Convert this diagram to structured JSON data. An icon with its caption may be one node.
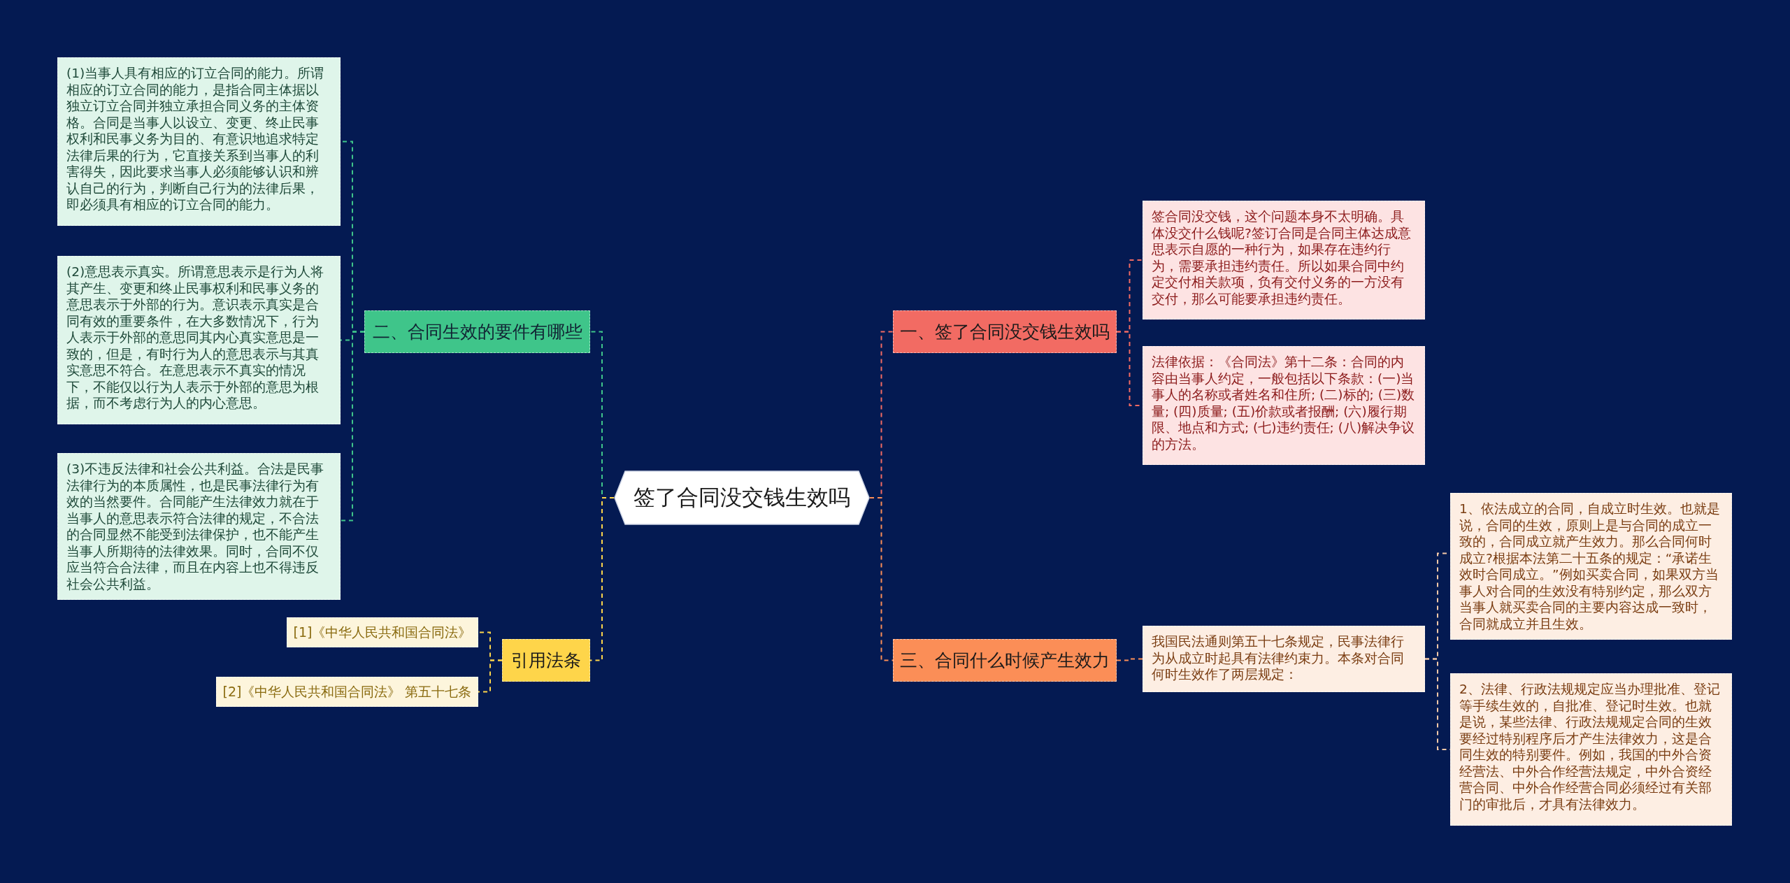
{
  "diagram": {
    "nodes": [
      {
        "text": [
          "签了合同没交钱生效吗"
        ]
      },
      {
        "text": [
          "一、签了合同没交钱生效吗"
        ]
      },
      {
        "text": [
          "签合同没交钱，这个问题本身不太明确。具体没交什么钱呢?签订合同是合同主体达成意思表示自愿的一种行为，如果存在违约行为，需要承担违约责任。所以如果合同中约定交付相关款项，负有交付义务的一方没有交付，那么可能要承担违约责任。"
        ]
      },
      {
        "text": [
          "法律依据：《合同法》第十二条：合同的内容由当事人约定，一般包括以下条款：(一)当事人的名称或者姓名和住所; (二)标的; (三)数量; (四)质量; (五)价款或者报酬; (六)履行期限、地点和方式; (七)违约责任; (八)解决争议的方法。"
        ]
      },
      {
        "text": [
          "三、合同什么时候产生效力"
        ]
      },
      {
        "text": [
          "我国民法通则第五十七条规定，民事法律行为从成立时起具有法律约束力。本条对合同何时生效作了两层规定："
        ]
      },
      {
        "text": [
          "1、依法成立的合同，自成立时生效。也就是说，合同的生效，原则上是与合同的成立一致的，合同成立就产生效力。那么合同何时成立?根据本法第二十五条的规定：“承诺生效时合同成立。”例如买卖合同，如果双方当事人对合同的生效没有特别约定，那么双方当事人就买卖合同的主要内容达成一致时，合同就成立并且生效。"
        ]
      },
      {
        "text": [
          "2、法律、行政法规规定应当办理批准、登记等手续生效的，自批准、登记时生效。也就是说，某些法律、行政法规规定合同的生效要经过特别程序后才产生法律效力，这是合同生效的特别要件。例如，我国的中外合资经营法、中外合作经营法规定，中外合资经营合同、中外合作经营合同必须经过有关部门的审批后，才具有法律效力。"
        ]
      },
      {
        "text": [
          "二、合同生效的要件有哪些"
        ]
      },
      {
        "text": [
          "(1)当事人具有相应的订立合同的能力。所谓相应的订立合同的能力，是指合同主体据以独立订立合同并独立承担合同义务的主体资格。合同是当事人以设立、变更、终止民事权利和民事义务为目的、有意识地追求特定法律后果的行为，它直接关系到当事人的利害得失，因此要求当事人必须能够认识和辨认自己的行为，判断自己行为的法律后果，即必须具有相应的订立合同的能力。"
        ]
      },
      {
        "text": [
          "(2)意思表示真实。所谓意思表示是行为人将其产生、变更和终止民事权利和民事义务的意思表示于外部的行为。意识表示真实是合同有效的重要条件，在大多数情况下，行为人表示于外部的意思同其内心真实意思是一致的，但是，有时行为人的意思表示与其真实意思不符合。在意思表示不真实的情况下，不能仅以行为人表示于外部的意思为根据，而不考虑行为人的内心意思。"
        ]
      },
      {
        "text": [
          "(3)不违反法律和社会公共利益。合法是民事法律行为的本质属性，也是民事法律行为有效的当然要件。合同能产生法律效力就在于当事人的意思表示符合法律的规定，不合法的合同显然不能受到法律保护，也不能产生当事人所期待的法律效果。同时，合同不仅应当符合合法律，而且在内容上也不得违反社会公共利益。"
        ]
      },
      {
        "text": [
          "引用法条"
        ]
      },
      {
        "text": [
          "[1]《中华人民共和国合同法》"
        ]
      },
      {
        "text": [
          "[2]《中华人民共和国合同法》 第五十七条"
        ]
      }
    ],
    "edges": [
      {
        "from": 0,
        "to": 1,
        "arrow": "none",
        "style": "dashed",
        "color": "#f26b63"
      },
      {
        "from": 1,
        "to": 2,
        "arrow": "none",
        "style": "dashed",
        "color": "#f26b63"
      },
      {
        "from": 1,
        "to": 3,
        "arrow": "none",
        "style": "dashed",
        "color": "#f26b63"
      },
      {
        "from": 0,
        "to": 4,
        "arrow": "none",
        "style": "dashed",
        "color": "#fb8e57"
      },
      {
        "from": 4,
        "to": 5,
        "arrow": "none",
        "style": "dashed",
        "color": "#fb8e57"
      },
      {
        "from": 5,
        "to": 6,
        "arrow": "none",
        "style": "dashed",
        "color": "#f5c9a8"
      },
      {
        "from": 5,
        "to": 7,
        "arrow": "none",
        "style": "dashed",
        "color": "#f5c9a8"
      },
      {
        "from": 0,
        "to": 8,
        "arrow": "none",
        "style": "dashed",
        "color": "#3fc58a"
      },
      {
        "from": 8,
        "to": 9,
        "arrow": "none",
        "style": "dashed",
        "color": "#3fc58a"
      },
      {
        "from": 8,
        "to": 10,
        "arrow": "none",
        "style": "dashed",
        "color": "#3fc58a"
      },
      {
        "from": 8,
        "to": 11,
        "arrow": "none",
        "style": "dashed",
        "color": "#3fc58a"
      },
      {
        "from": 0,
        "to": 12,
        "arrow": "none",
        "style": "dashed",
        "color": "#fed54a"
      },
      {
        "from": 12,
        "to": 13,
        "arrow": "none",
        "style": "dashed",
        "color": "#fed54a"
      },
      {
        "from": 12,
        "to": 14,
        "arrow": "none",
        "style": "dashed",
        "color": "#fed54a"
      }
    ]
  }
}
